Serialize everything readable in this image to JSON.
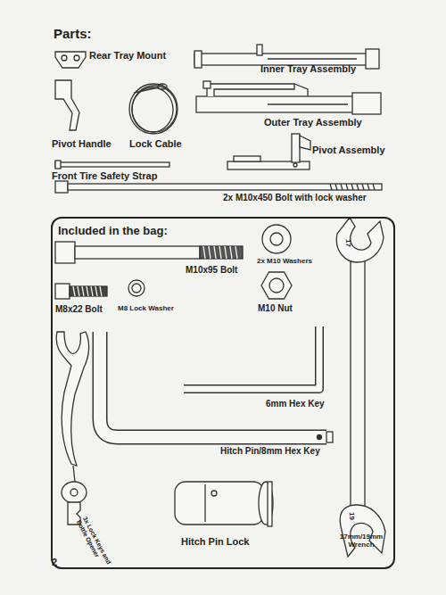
{
  "diagram": {
    "title": "Parts:",
    "nodes": [
      {
        "text": [
          "Included in the bag:"
        ]
      }
    ],
    "labels": [
      "Rear Tray Mount",
      "Inner Tray Assembly",
      "Outer Tray Assembly",
      "Pivot Handle",
      "Lock Cable",
      "Pivot Assembly",
      "Front Tire Safety Strap",
      "2x M10x450 Bolt with lock washer",
      "M10x95 Bolt",
      "2x M10 Washers",
      "M8x22 Bolt",
      "M8 Lock Washer",
      "M10 Nut",
      "6mm Hex Key",
      "Hitch Pin/8mm Hex Key",
      "3x Lock Keys and Bottle Opener",
      "Hitch Pin Lock",
      "17mm/19mm Wrench",
      "17",
      "19",
      "2"
    ]
  }
}
